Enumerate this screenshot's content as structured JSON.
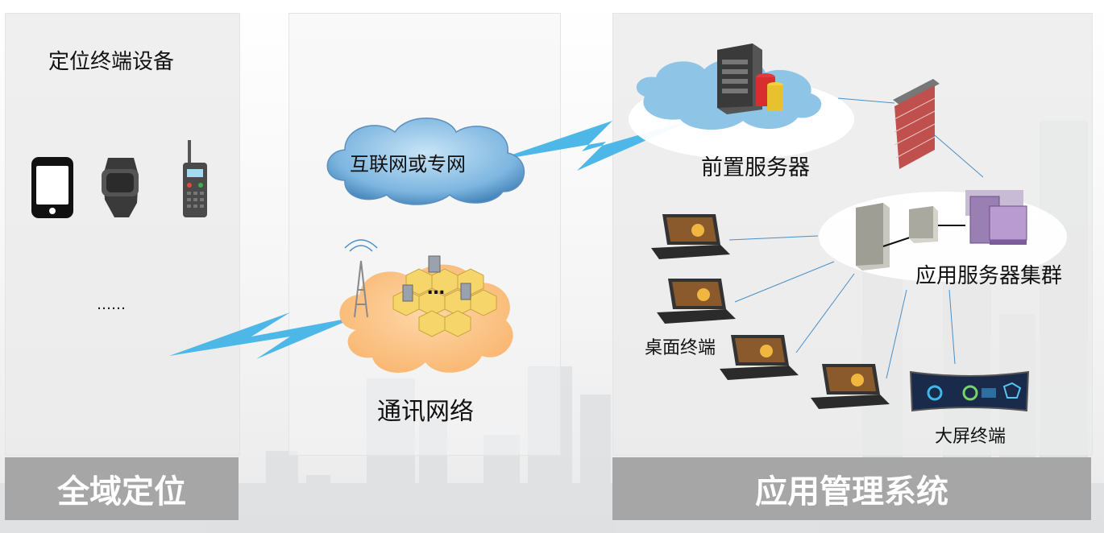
{
  "left_panel": {
    "title": "定位终端设备",
    "ellipsis": "……",
    "footer": "全域定位",
    "devices": [
      "smartphone-icon",
      "smartwatch-icon",
      "walkie-talkie-icon"
    ]
  },
  "middle_panel": {
    "cloud_label": "互联网或专网",
    "network_label": "通讯网络",
    "cells_ellipsis": "…"
  },
  "right_panel": {
    "front_server_label": "前置服务器",
    "server_cluster_label": "应用服务器集群",
    "desktop_label": "桌面终端",
    "large_screen_label": "大屏终端",
    "footer": "应用管理系统"
  },
  "colors": {
    "footer_bg": "#a6a6a6",
    "cloud_blue": "#8ec4e6",
    "cloud_orange": "#fbbd7a",
    "lightning": "#4db8e8",
    "firewall": "#c0504d"
  }
}
